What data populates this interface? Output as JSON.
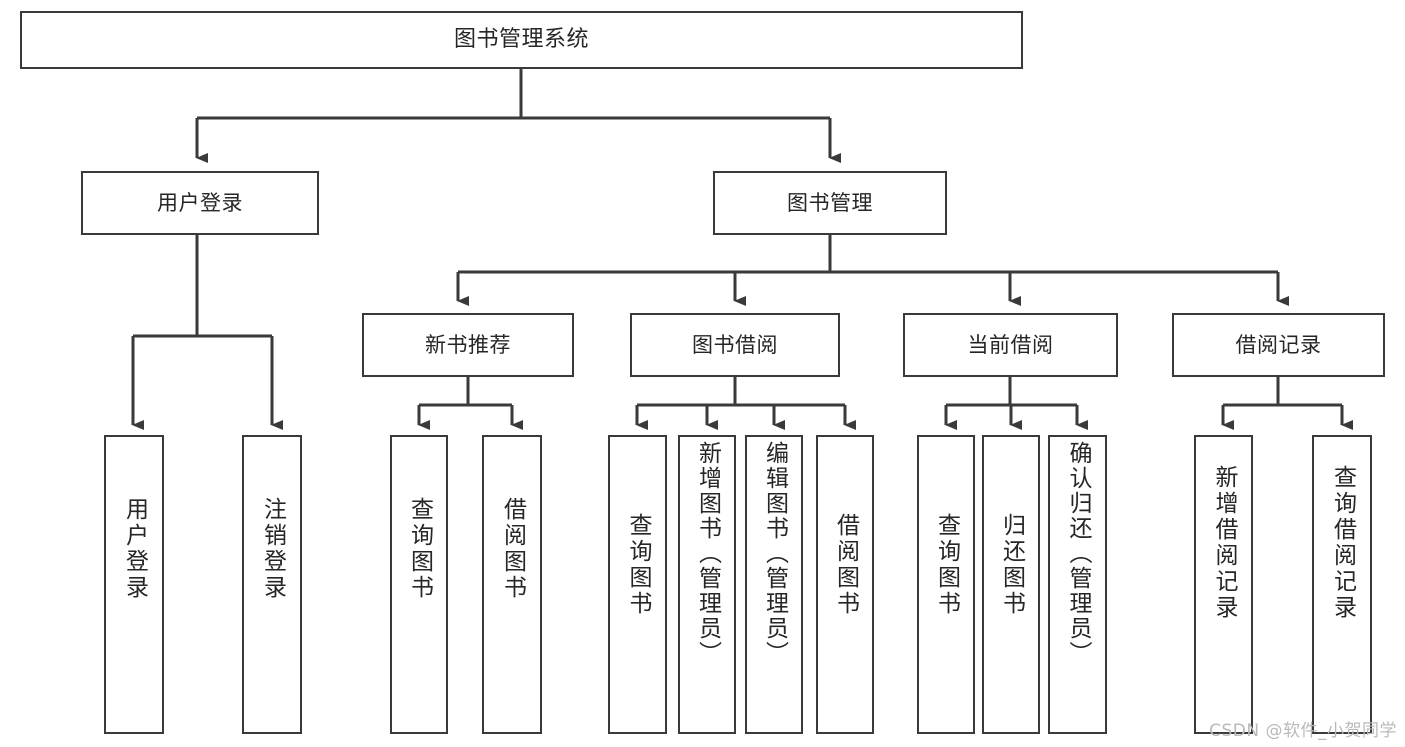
{
  "diagram": {
    "type": "tree-hierarchy-chart",
    "title": "图书管理系统",
    "line_color": "#3a3a3a",
    "box_fill": "#ffffff",
    "text_color": "#262626",
    "nodes": {
      "root": {
        "label": "图书管理系统"
      },
      "level2": [
        {
          "id": "user-login",
          "label": "用户登录"
        },
        {
          "id": "book-manage",
          "label": "图书管理"
        }
      ],
      "level3": [
        {
          "id": "new-book-rec",
          "label": "新书推荐"
        },
        {
          "id": "book-borrow",
          "label": "图书借阅"
        },
        {
          "id": "current-borrow",
          "label": "当前借阅"
        },
        {
          "id": "borrow-record",
          "label": "借阅记录"
        }
      ],
      "leaves": {
        "user_login": [
          {
            "id": "leaf-user-login",
            "label": "用户登录"
          },
          {
            "id": "leaf-logout-login",
            "label": "注销登录"
          }
        ],
        "new_book_rec": [
          {
            "id": "leaf-query-book-1",
            "label": "查询图书"
          },
          {
            "id": "leaf-borrow-book-1",
            "label": "借阅图书"
          }
        ],
        "book_borrow": [
          {
            "id": "leaf-query-book-2",
            "label": "查询图书"
          },
          {
            "id": "leaf-add-book",
            "label": "新增图书（管理员）"
          },
          {
            "id": "leaf-edit-book",
            "label": "编辑图书（管理员）"
          },
          {
            "id": "leaf-borrow-book-2",
            "label": "借阅图书"
          }
        ],
        "current_borrow": [
          {
            "id": "leaf-query-book-3",
            "label": "查询图书"
          },
          {
            "id": "leaf-return-book",
            "label": "归还图书"
          },
          {
            "id": "leaf-confirm-return",
            "label": "确认归还（管理员）"
          }
        ],
        "borrow_record": [
          {
            "id": "leaf-add-record",
            "label": "新增借阅记录"
          },
          {
            "id": "leaf-query-record",
            "label": "查询借阅记录"
          }
        ]
      }
    }
  },
  "watermark": {
    "text": "CSDN @软件_小贺同学"
  }
}
